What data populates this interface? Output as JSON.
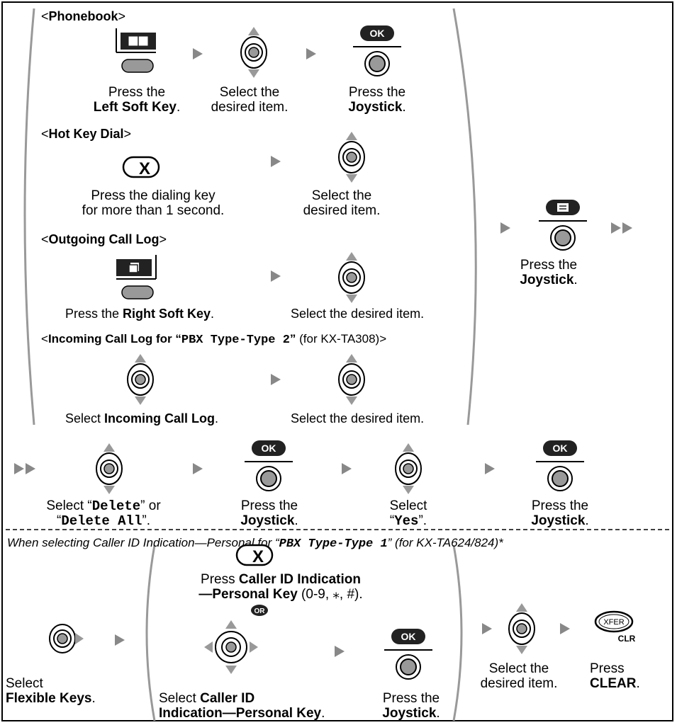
{
  "sections": {
    "phonebook": {
      "title": "Phonebook",
      "steps": [
        {
          "line1": "Press the",
          "line2": "Left Soft Key",
          "line2_suffix": "."
        },
        {
          "line1": "Select the",
          "line2": "desired item."
        },
        {
          "line1": "Press the",
          "line2": "Joystick",
          "line2_suffix": "."
        }
      ]
    },
    "hot_key_dial": {
      "title": "Hot Key Dial",
      "steps": [
        {
          "line1": "Press the dialing key",
          "line2": "for more than 1 second."
        },
        {
          "line1": "Select the",
          "line2": "desired item."
        }
      ]
    },
    "outgoing_call_log": {
      "title": "Outgoing Call Log",
      "steps": [
        {
          "prefix": "Press the ",
          "bold": "Right Soft Key",
          "suffix": "."
        },
        {
          "text": "Select the desired item."
        }
      ]
    },
    "incoming_call_log": {
      "title_bold": "Incoming Call Log for ",
      "title_quote_open": "“",
      "title_mono": "PBX Type-Type 2",
      "title_quote_close": "”",
      "title_tail": " (for KX-TA308)",
      "steps": [
        {
          "prefix": "Select ",
          "bold": "Incoming Call Log",
          "suffix": "."
        },
        {
          "text": "Select the desired item."
        }
      ]
    },
    "right_column": {
      "line1": "Press the",
      "line2": "Joystick",
      "line2_suffix": "."
    },
    "second_row": {
      "steps": [
        {
          "pre1": "Select “",
          "mono1": "Delete",
          "post1": "” or",
          "pre2": "“",
          "mono2": "Delete All",
          "post2": "”."
        },
        {
          "line1": "Press the",
          "line2": "Joystick",
          "line2_suffix": "."
        },
        {
          "line1": "Select",
          "pre2": "“",
          "mono2": "Yes",
          "post2": "”."
        },
        {
          "line1": "Press the",
          "line2": "Joystick",
          "line2_suffix": "."
        }
      ]
    },
    "bottom": {
      "note_pre": "When selecting Caller ID Indication—Personal for “",
      "note_mono": "PBX Type-Type 1",
      "note_post": "” (for KX-TA624/824)*",
      "flex_line1": "Select",
      "flex_line2": "Flexible Keys",
      "flex_suffix": ".",
      "press_pre": "Press ",
      "press_bold": "Caller ID Indication",
      "press_bold2": "—Personal Key",
      "press_tail": " (0-9, ⁎, #).",
      "select_pre": "Select ",
      "select_bold": "Caller ID",
      "select_bold2": "Indication—Personal Key",
      "select_suffix": ".",
      "joy_line1": "Press the",
      "joy_line2": "Joystick",
      "joy_suffix": ".",
      "desired_line1": "Select the",
      "desired_line2": "desired item.",
      "clear_line1": "Press",
      "clear_line2": "CLEAR",
      "clear_suffix": "."
    }
  },
  "icons": {
    "ok_label": "OK",
    "or_label": "OR",
    "x_label": "X",
    "xfer_label": "XFER",
    "clr_label": "CLR"
  }
}
